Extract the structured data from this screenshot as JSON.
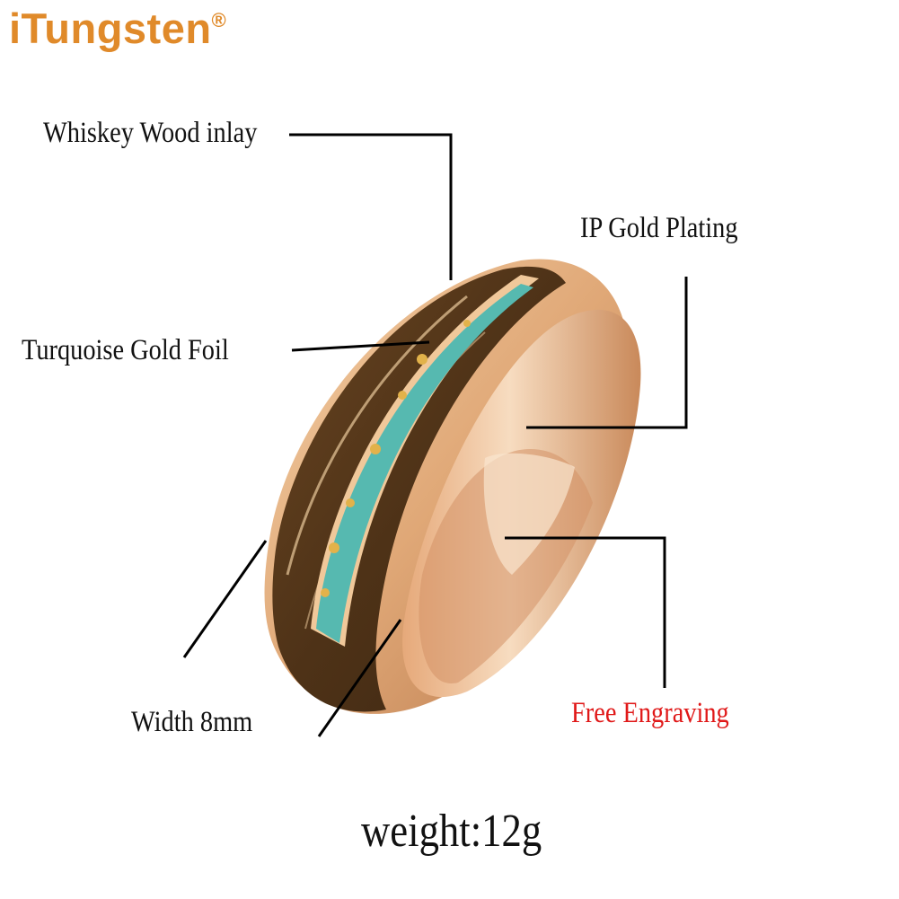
{
  "brand": {
    "name": "iTungsten",
    "mark": "®",
    "color": "#e08a2a"
  },
  "labels": {
    "whiskey_wood": "Whiskey Wood inlay",
    "turquoise": "Turquoise Gold Foil",
    "ip_gold": "IP Gold Plating",
    "width": "Width 8mm",
    "engraving": "Free Engraving",
    "weight": "weight:12g"
  },
  "colors": {
    "text": "#111111",
    "engraving": "#e01818",
    "gold": "#e3a878",
    "wood": "#5a3a1c",
    "turquoise": "#56b9b0",
    "leader": "#000000"
  }
}
